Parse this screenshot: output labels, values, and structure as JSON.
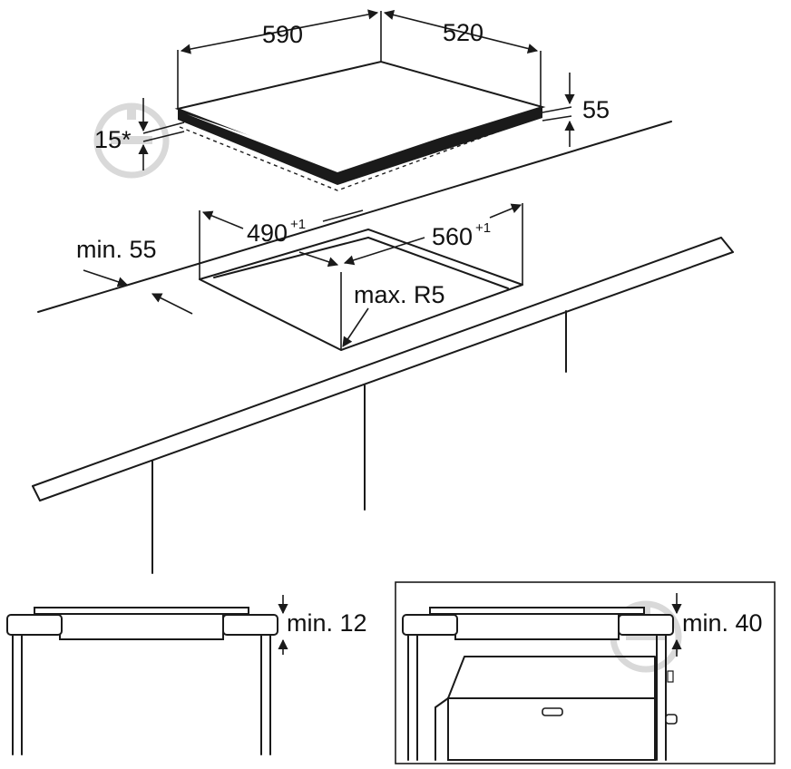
{
  "dimensions": {
    "width": "590",
    "depth": "520",
    "height": "55",
    "cutout_depth": "490",
    "cutout_depth_tol": "+1",
    "cutout_width": "560",
    "cutout_width_tol": "+1",
    "front_margin": "min. 55",
    "corner_radius": "max. R5",
    "min_below_left": "min. 12",
    "min_below_right": "min. 40",
    "cable_note": "15*"
  },
  "colors": {
    "line": "#1a1a1a",
    "cooktop_body": "#1a1a1a",
    "watermark": "#d9d9d9"
  },
  "icons": [
    "dimension-arrow",
    "watermark-logo"
  ]
}
